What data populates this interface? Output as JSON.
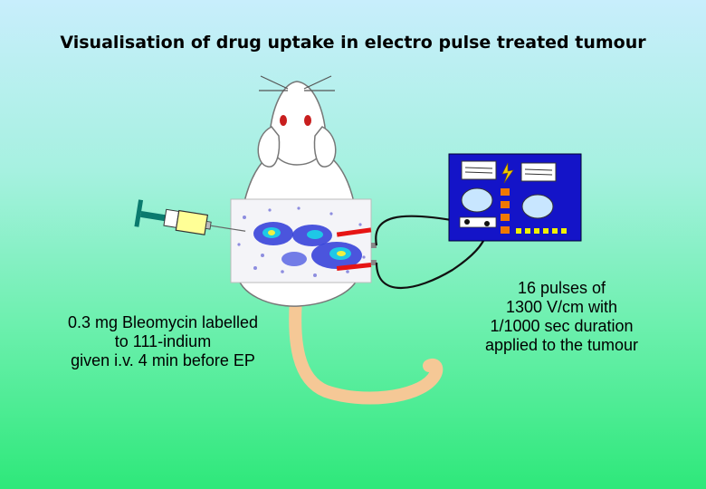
{
  "title": "Visualisation of drug uptake in electro pulse treated tumour",
  "captions": {
    "drug": "0.3 mg Bleomycin labelled\nto 111-indium\ngiven i.v. 4 min before EP",
    "pulses": "16 pulses of\n1300 V/cm with\n1/1000 sec duration\napplied to the tumour"
  },
  "icons": [
    "mouse-icon",
    "syringe-icon",
    "pulse-generator-icon",
    "lightning-bolt-icon",
    "electrode-icon"
  ],
  "colors": {
    "device": "#1414c8",
    "device_dial": "#c8e6ff",
    "device_button": "#f07800",
    "mouse_eye": "#c81e1e",
    "tail": "#f5c896",
    "electrode": "#e61414",
    "syringe_body": "#ffff96",
    "syringe_plunger": "#0a7a6e"
  }
}
